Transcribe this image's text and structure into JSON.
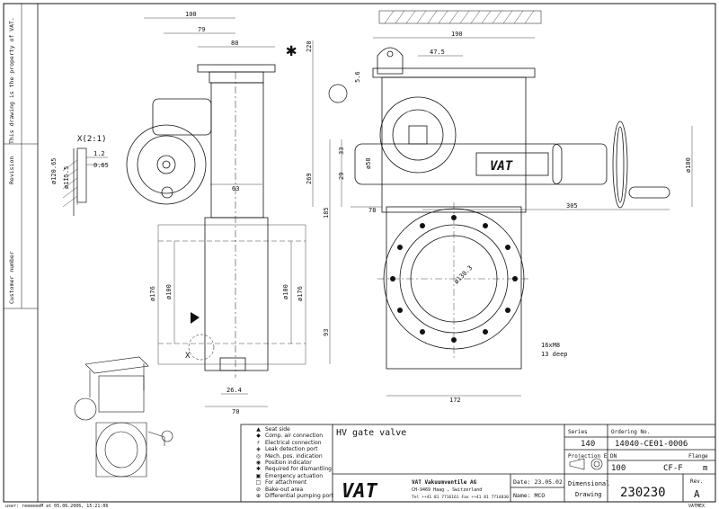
{
  "side_strip": {
    "property": "This drawing is the property of VAT.",
    "revision": "Revision",
    "customer": "Customer number"
  },
  "detail": {
    "label": "X(2:1)",
    "d1": "1.2",
    "d2": "0.65",
    "d3": "ø120.65",
    "d4": "ø115.5"
  },
  "dims": {
    "d100": "100",
    "d79": "79",
    "d80": "80",
    "d63": "63",
    "d176a": "ø176",
    "d100a": "ø100",
    "d100b": "ø100",
    "d176b": "ø176",
    "d264": "26.4",
    "d70": "70",
    "x": "X",
    "d220": "220",
    "d190": "190",
    "d475": "47.5",
    "d56": "5.6",
    "d33": "33",
    "d29": "29",
    "d50": "ø50",
    "d269": "269",
    "d185": "185",
    "d78": "78",
    "d305": "305",
    "d100c": "ø100",
    "d1303": "ø130.3",
    "d93": "93",
    "d172": "172",
    "tap1": "16xM8",
    "tap2": "13 deep"
  },
  "logo_text": "VAT",
  "legend": [
    {
      "sym": "▲",
      "text": "Seat side"
    },
    {
      "sym": "◆",
      "text": "Comp. air connection"
    },
    {
      "sym": "⚡",
      "text": "Electrical connection"
    },
    {
      "sym": "◈",
      "text": "Leak detection port"
    },
    {
      "sym": "◎",
      "text": "Mech. pos. indication"
    },
    {
      "sym": "◉",
      "text": "Position indicator"
    },
    {
      "sym": "✱",
      "text": "Required for dismantling"
    },
    {
      "sym": "▣",
      "text": "Emergency actuation"
    },
    {
      "sym": "□",
      "text": "For attachment"
    },
    {
      "sym": "⊘",
      "text": "Bake-out area"
    },
    {
      "sym": "⊕",
      "text": "Differential pumping port"
    }
  ],
  "title_block": {
    "title": "HV gate valve",
    "company": "VAT Vakuumventile AG",
    "address": "CH-9469 Haag , Switzerland",
    "phone": "Tel ++41 81 7716161 Fax ++41 81 7714830",
    "date": "Date: 23.05.02",
    "name": "Name: MCO",
    "series_label": "Series",
    "series": "140",
    "ordering_label": "Ordering No.",
    "ordering": "14040-CE01-0006",
    "projection_label": "Projection E",
    "dn_label": "DN",
    "flange_label": "Flange",
    "dn": "100",
    "flange": "CF-F",
    "unit": "m",
    "dimensional": "Dimensional",
    "drawing": "Drawing",
    "drawing_no": "230230",
    "rev_label": "Rev.",
    "rev": "A",
    "footer_left": "user: reeeeeeM  at 05.06.2006, 15:21:06",
    "footer_right": "VATMEX"
  }
}
